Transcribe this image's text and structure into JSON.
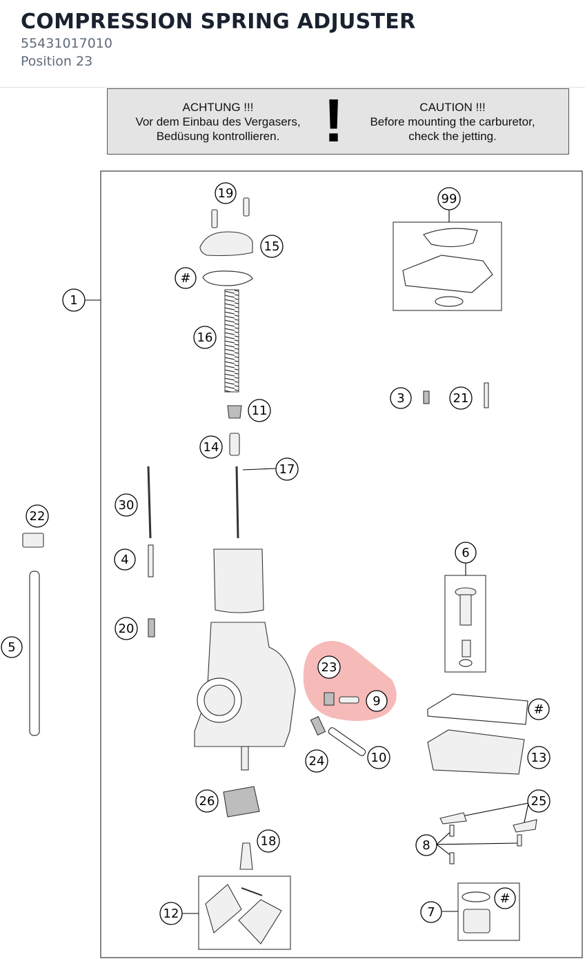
{
  "header": {
    "title": "COMPRESSION SPRING ADJUSTER",
    "part_number": "55431017010",
    "position": "Position 23"
  },
  "caution": {
    "de_title": "ACHTUNG !!!",
    "de_line1": "Vor dem Einbau des Vergasers,",
    "de_line2": "Bedüsung kontrollieren.",
    "mark": "!",
    "en_title": "CAUTION !!!",
    "en_line1": "Before mounting the carburetor,",
    "en_line2": "check the jetting."
  },
  "callouts": {
    "c1": "1",
    "c3": "3",
    "c4": "4",
    "c5": "5",
    "c6": "6",
    "c7": "7",
    "c8": "8",
    "c9": "9",
    "c10": "10",
    "c11": "11",
    "c12": "12",
    "c13": "13",
    "c14": "14",
    "c15": "15",
    "c16": "16",
    "c17": "17",
    "c18": "18",
    "c19": "19",
    "c20": "20",
    "c21": "21",
    "c22": "22",
    "c23": "23",
    "c24": "24",
    "c25": "25",
    "c26": "26",
    "c30": "30",
    "c99": "99",
    "hash": "#"
  },
  "highlight": {
    "color": "#e8535066",
    "selected_callout": "23"
  }
}
